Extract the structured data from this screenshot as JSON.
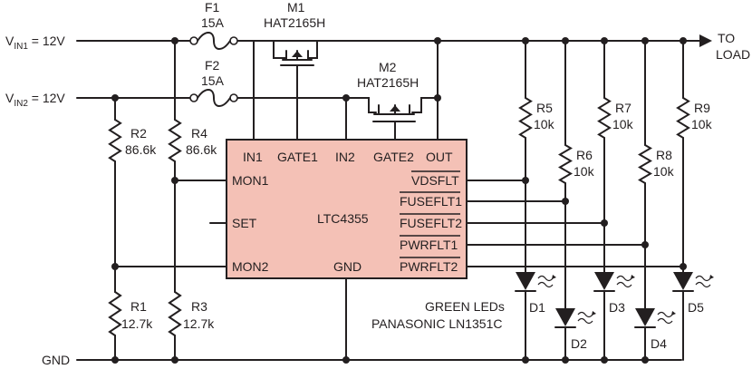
{
  "inputs": {
    "vin1": {
      "base": "V",
      "sub": "IN1",
      "value": " = 12V"
    },
    "vin2": {
      "base": "V",
      "sub": "IN2",
      "value": " = 12V"
    },
    "gnd": "GND"
  },
  "output": {
    "line1": "TO",
    "line2": "LOAD"
  },
  "fuses": [
    {
      "ref": "F1",
      "value": "15A"
    },
    {
      "ref": "F2",
      "value": "15A"
    }
  ],
  "mosfets": [
    {
      "ref": "M1",
      "part": "HAT2165H"
    },
    {
      "ref": "M2",
      "part": "HAT2165H"
    }
  ],
  "resistors": {
    "R1": {
      "ref": "R1",
      "value": "12.7k"
    },
    "R2": {
      "ref": "R2",
      "value": "86.6k"
    },
    "R3": {
      "ref": "R3",
      "value": "12.7k"
    },
    "R4": {
      "ref": "R4",
      "value": "86.6k"
    },
    "R5": {
      "ref": "R5",
      "value": "10k"
    },
    "R6": {
      "ref": "R6",
      "value": "10k"
    },
    "R7": {
      "ref": "R7",
      "value": "10k"
    },
    "R8": {
      "ref": "R8",
      "value": "10k"
    },
    "R9": {
      "ref": "R9",
      "value": "10k"
    }
  },
  "ic": {
    "name": "LTC4355",
    "pins": {
      "in1": "IN1",
      "gate1": "GATE1",
      "in2": "IN2",
      "gate2": "GATE2",
      "out": "OUT",
      "mon1": "MON1",
      "set": "SET",
      "mon2": "MON2",
      "gnd": "GND",
      "vdsflt": "VDSFLT",
      "fuseflt1": "FUSEFLT1",
      "fuseflt2": "FUSEFLT2",
      "pwrflt1": "PWRFLT1",
      "pwrflt2": "PWRFLT2"
    }
  },
  "leds": {
    "D1": "D1",
    "D2": "D2",
    "D3": "D3",
    "D4": "D4",
    "D5": "D5",
    "note_line1": "GREEN LEDs",
    "note_line2": "PANASONIC LN1351C"
  }
}
